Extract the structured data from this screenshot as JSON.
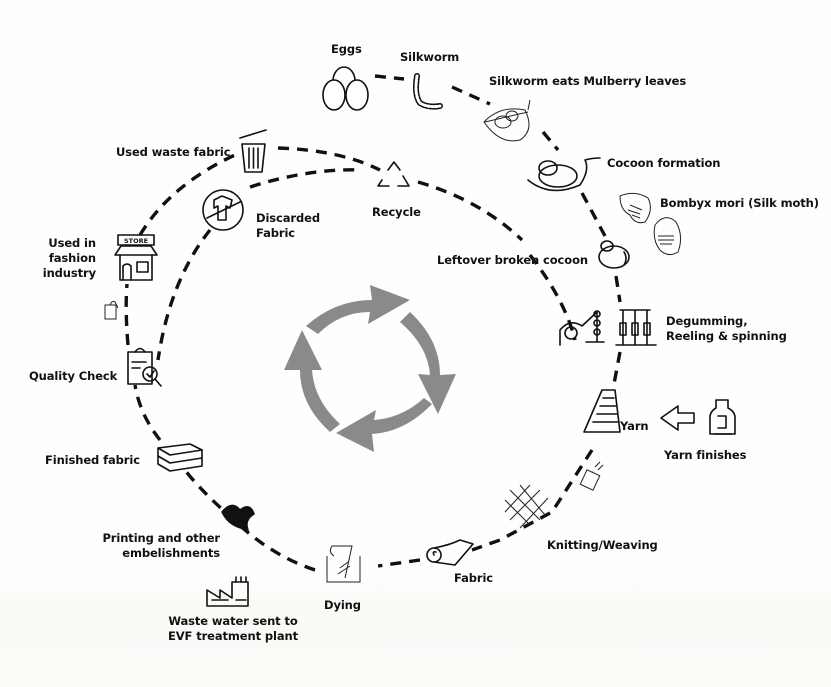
{
  "diagram": {
    "title": "Silk lifecycle",
    "center_icon": "cycle-arrows-icon",
    "center_color": "#8a8a8a",
    "stages": {
      "eggs": {
        "label": "Eggs",
        "icon": "eggs-icon"
      },
      "silkworm": {
        "label": "Silkworm",
        "icon": "silkworm-icon"
      },
      "mulberry": {
        "label": "Silkworm eats Mulberry leaves",
        "icon": "leaf-silkworm-icon"
      },
      "cocoon": {
        "label": "Cocoon formation",
        "icon": "cocoon-icon"
      },
      "moth": {
        "label": "Bombyx mori (Silk moth)",
        "icon": "moth-icon"
      },
      "broken_cocoon": {
        "label": "Leftover broken cocoon",
        "icon": "broken-cocoon-icon"
      },
      "degumming": {
        "label_line1": "Degumming,",
        "label_line2": "Reeling & spinning",
        "icon": "reeling-machine-icon"
      },
      "yarn": {
        "label": "Yarn",
        "icon": "yarn-spool-icon"
      },
      "yarn_finishes": {
        "label": "Yarn finishes",
        "icon": "bottle-icon"
      },
      "knitting": {
        "label": "Knitting/Weaving",
        "icon": "weave-icon"
      },
      "fabric": {
        "label": "Fabric",
        "icon": "fabric-roll-icon"
      },
      "dying": {
        "label": "Dying",
        "icon": "dye-bath-icon"
      },
      "waste_water": {
        "label_line1": "Waste water sent to",
        "label_line2": "EVF treatment plant",
        "icon": "factory-icon"
      },
      "printing": {
        "label_line1": "Printing and other",
        "label_line2": "embelishments",
        "icon": "ornament-icon"
      },
      "finished_fabric": {
        "label": "Finished fabric",
        "icon": "folded-fabric-icon"
      },
      "quality_check": {
        "label": "Quality Check",
        "icon": "clipboard-check-icon"
      },
      "fashion": {
        "label_line1": "Used in",
        "label_line2": "fashion",
        "label_line3": "industry",
        "icon": "store-icon"
      },
      "waste_fabric": {
        "label": "Used waste fabric",
        "icon": "trash-bin-icon"
      },
      "discarded": {
        "label_line1": "Discarded",
        "label_line2": "Fabric",
        "icon": "no-clothing-icon"
      },
      "recycle": {
        "label": "Recycle",
        "icon": "recycle-icon"
      }
    },
    "store_sign": "STORE"
  }
}
